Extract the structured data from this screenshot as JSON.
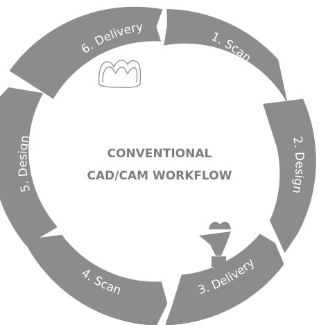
{
  "center": {
    "line1": "CONVENTIONAL",
    "line2": "CAD/CAM WORKFLOW"
  },
  "steps": [
    {
      "label": "1. Scan"
    },
    {
      "label": "2. Design"
    },
    {
      "label": "3. Delivery"
    },
    {
      "label": "4. Scan"
    },
    {
      "label": "5. Design"
    },
    {
      "label": "6. Delivery"
    }
  ],
  "icons": {
    "crown": "dental-crown-icon",
    "abutment": "implant-abutment-icon"
  },
  "colors": {
    "segment": "#8c8c8c",
    "segment_text": "#ffffff",
    "center_text": "#7d7d7d"
  }
}
